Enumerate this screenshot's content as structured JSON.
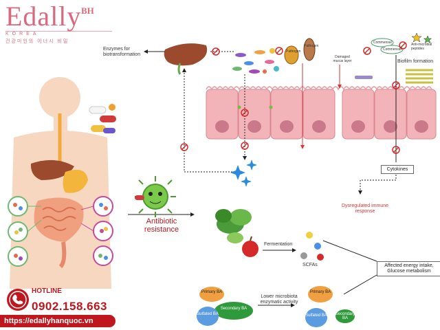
{
  "brand": {
    "name": "Edally",
    "superscript": "BH",
    "country": "KOREA",
    "tagline": "건강미인의 이너시 비밀"
  },
  "labels": {
    "enzymes": "Enzymes for biotransformation",
    "pathogen1": "Pathogen",
    "pathogen2": "Pathogen",
    "damaged_mucus": "Damaged mucus layer",
    "commensal1": "Commensal",
    "commensal2": "Commensal",
    "anti_microbial": "Anti-microbial peptides",
    "biofilm": "Biofilm formation",
    "cytokines": "Cytokines",
    "dysregulated": "Dysregulated immune response",
    "antibiotic": "Antibiotic resistance",
    "fermentation": "Fermentation",
    "scfas": "SCFAs",
    "affected": "Affected energy intake, Glucose metabolism",
    "lower_microbiota": "Lower microbiota enzymatic activity",
    "primary_ba_left": "Primary BA",
    "secondary_ba_left": "Secondary BA",
    "sulfated_ba_left": "Sulfated BA",
    "primary_ba_right": "Primary BA",
    "secondary_ba_right": "Secondary BA",
    "sulfated_ba_right": "Sulfated BA"
  },
  "contact": {
    "hotline_label": "HOTLINE",
    "phone": "0902.158.663",
    "website": "https://edallyhanquoc.vn"
  },
  "colors": {
    "brand_pink": "#d96a7d",
    "hotline_red": "#c0161e",
    "cell_pink": "#f2b4b8",
    "nucleus": "#c9798a",
    "skin": "#f7d7bf",
    "inhibit_red": "#d42a2a",
    "ellipse_orange": "#f0a040",
    "ellipse_green": "#2e9a3c",
    "ellipse_blue": "#5b9be0"
  }
}
